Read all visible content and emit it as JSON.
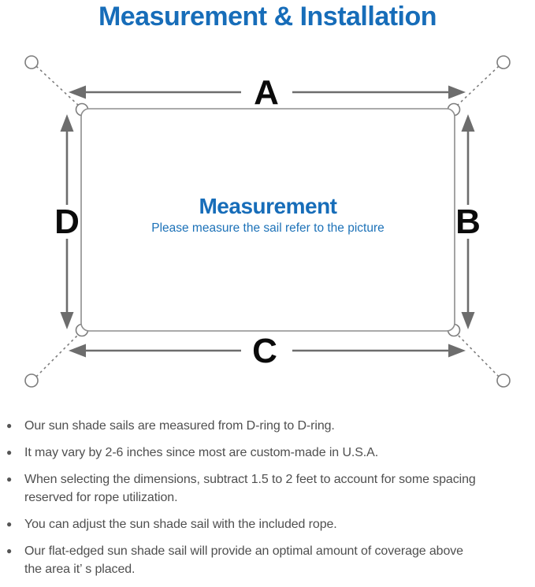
{
  "header": {
    "title": "Measurement & Installation"
  },
  "diagram": {
    "arrow_labels": {
      "top": "A",
      "right": "B",
      "bottom": "C",
      "left": "D"
    },
    "center": {
      "title": "Measurement",
      "subtitle": "Please measure the sail refer to the picture"
    }
  },
  "notes": {
    "bullet_glyph": "●",
    "items": [
      "Our sun shade sails are measured from D-ring to D-ring.",
      "It may vary by 2-6 inches since most are custom-made in U.S.A.",
      "When selecting the dimensions, subtract 1.5 to 2 feet to account for some spacing\nreserved for rope utilization.",
      "You can adjust the sun shade sail with the included rope.",
      "Our flat-edged sun shade sail will provide an optimal amount of coverage above\nthe area it’ s placed."
    ]
  },
  "colors": {
    "accent_blue": "#176db9",
    "diagram_line_gray": "#8e8e8e",
    "arrow_gray": "#6d6d6d",
    "label_black": "#0b0b0b",
    "note_text_gray": "#4f4f4f"
  }
}
